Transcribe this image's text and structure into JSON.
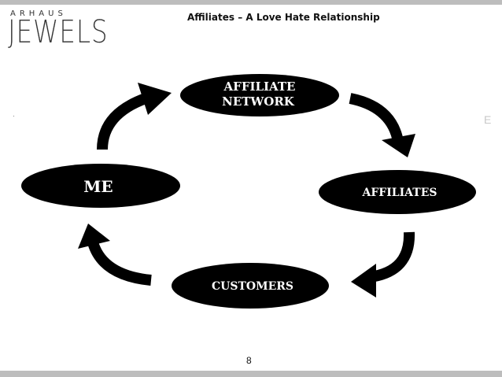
{
  "logo": {
    "top_text": "ARHAUS",
    "main_text": "JEWELS"
  },
  "title": "Affiliates – A Love Hate Relationship",
  "side_letter": "E",
  "page_number": "8",
  "nodes": {
    "affiliate_network_line1": "AFFILIATE",
    "affiliate_network_line2": "NETWORK",
    "affiliates": "AFFILIATES",
    "customers": "CUSTOMERS",
    "me": "ME"
  },
  "colors": {
    "node_fill": "#000000",
    "arrow": "#000000",
    "bar": "#bdbdbd"
  }
}
